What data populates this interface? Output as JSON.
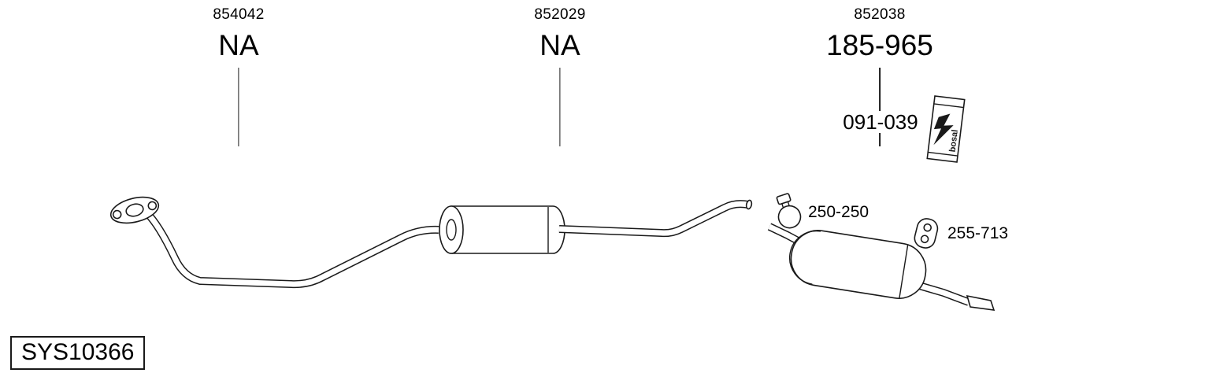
{
  "page": {
    "background": "#ffffff",
    "line_color": "#1a1a1a",
    "system_code": "SYS10366",
    "brand": "bosal"
  },
  "callouts": [
    {
      "part_number": "854042",
      "value": "NA"
    },
    {
      "part_number": "852029",
      "value": "NA"
    },
    {
      "part_number": "852038",
      "value": "185-965"
    }
  ],
  "accessories": [
    {
      "name": "fitting-kit",
      "value": "091-039"
    },
    {
      "name": "pipe-clamp",
      "value": "250-250"
    },
    {
      "name": "rubber-hanger",
      "value": "255-713"
    }
  ]
}
